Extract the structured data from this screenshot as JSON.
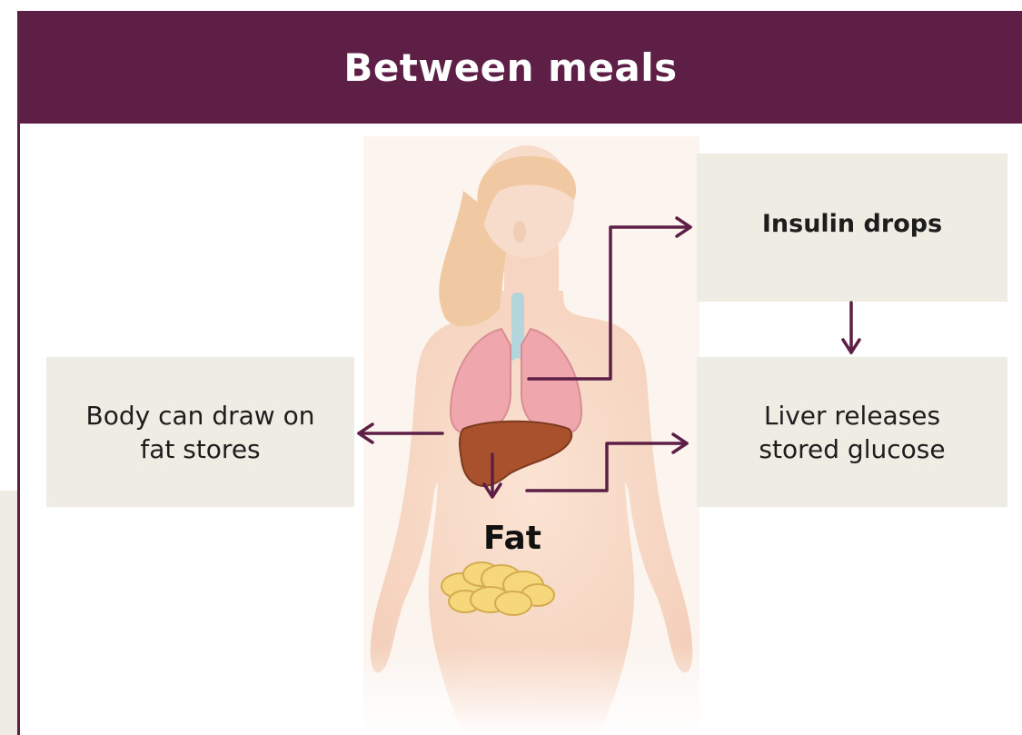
{
  "header": {
    "title": "Between meals",
    "background": "#5e1f47"
  },
  "boxes": {
    "insulin": "Insulin drops",
    "fat_stores": "Body can draw on\nfat stores",
    "liver": "Liver releases\nstored glucose"
  },
  "figure": {
    "fat_label": "Fat"
  },
  "colors": {
    "accent": "#5e1f47",
    "box_bg": "#efece4",
    "skin": "#f8dccb",
    "hair": "#f0c9a2",
    "lungs": "#efa7ad",
    "trachea": "#b3d6dc",
    "liver": "#a9502d",
    "fat": "#f6d77c"
  }
}
